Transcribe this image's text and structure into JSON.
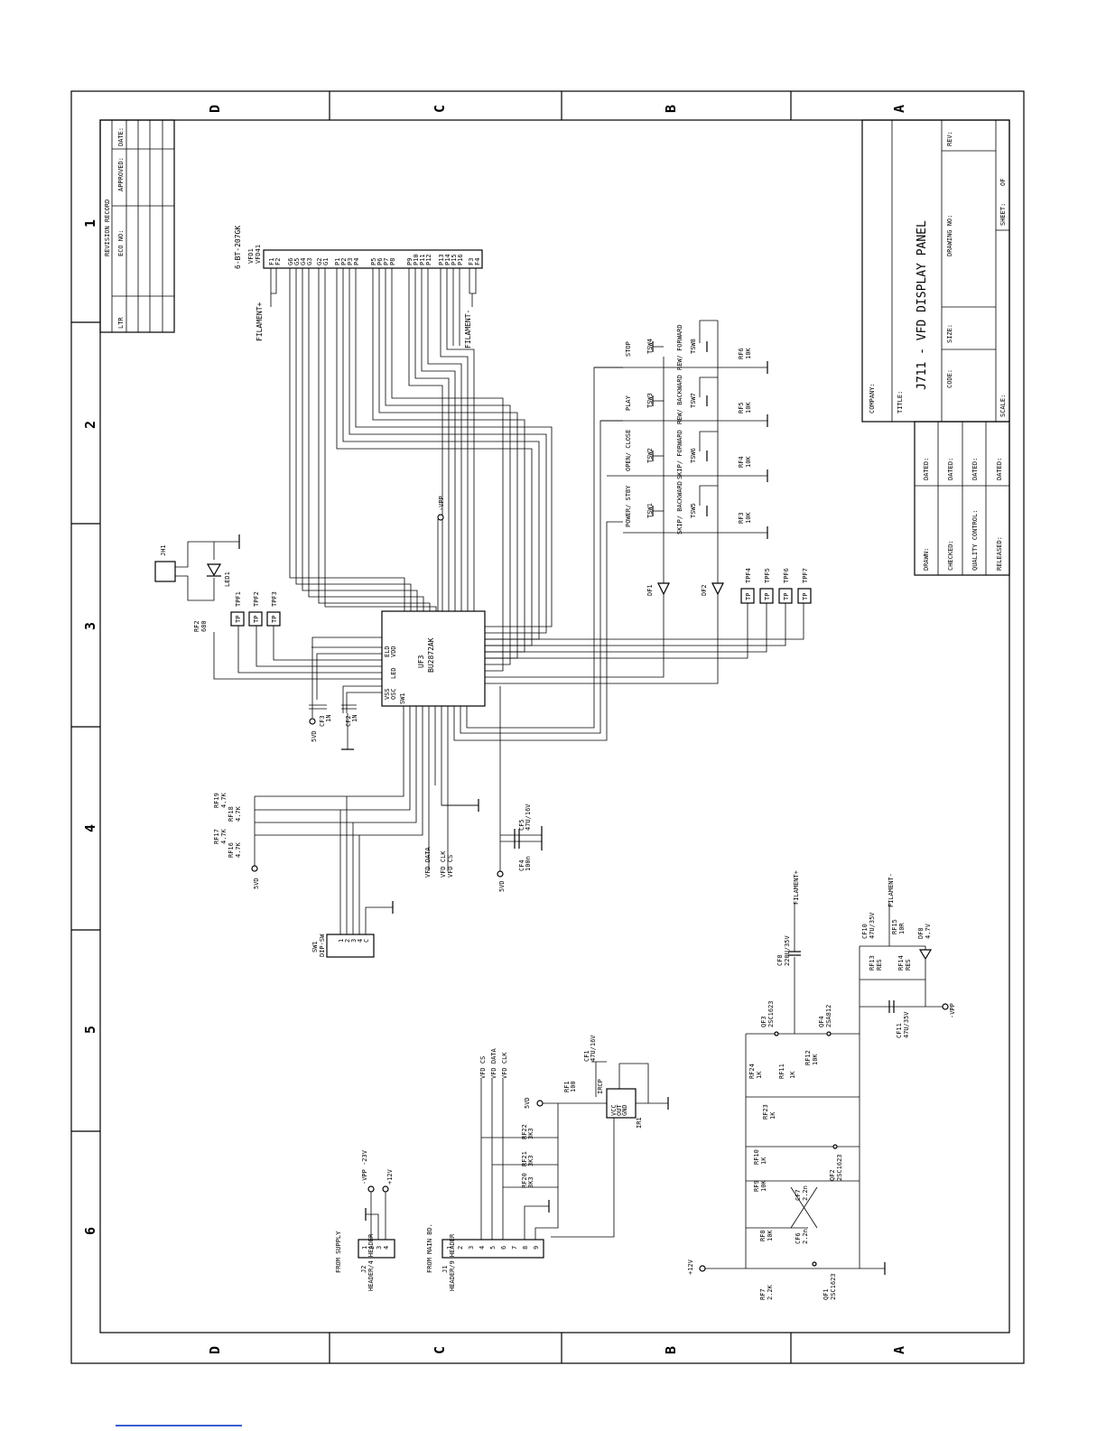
{
  "grid": {
    "rows_top": [
      "D",
      "C",
      "B",
      "A"
    ],
    "rows_bottom": [
      "D",
      "C",
      "B",
      "A"
    ],
    "cols": [
      "1",
      "2",
      "3",
      "4",
      "5",
      "6"
    ]
  },
  "revision": {
    "header": "REVISION RECORD",
    "ltr": "LTR",
    "eco": "ECO NO:",
    "approved": "APPROVED:",
    "date": "DATE:"
  },
  "title_block": {
    "company": "COMPANY:",
    "title": "TITLE:",
    "title_text": "J711 - VFD DISPLAY PANEL",
    "code": "CODE:",
    "size": "SIZE:",
    "drawing_no": "DRAWING NO:",
    "rev": "REV:",
    "scale": "SCALE:",
    "sheet": "SHEET:",
    "of": "OF",
    "drawn": "DRAWN:",
    "checked": "CHECKED:",
    "qc": "QUALITY CONTROL:",
    "released": "RELEASED:",
    "dated": "DATED:"
  },
  "vfd": {
    "ref": "VFD1",
    "ref2": "VFD41",
    "part": "6-BT-207GK",
    "pins_left": [
      "F1",
      "F2",
      "G6",
      "G5",
      "G4",
      "G3",
      "G2",
      "G1",
      "P1",
      "P2",
      "P3",
      "P4",
      "P5",
      "P6",
      "P7",
      "P8"
    ],
    "pins_right": [
      "P9",
      "P10",
      "P11",
      "P12",
      "P13",
      "P14",
      "P15",
      "P16",
      "F3",
      "F4"
    ],
    "fil_left": "FILAMENT+",
    "fil_right": "FILAMENT-"
  },
  "ic": {
    "ref": "UF3",
    "part": "BU2872AK",
    "left_pins": [
      "VDD",
      "LED",
      "OSC",
      "VSS",
      "ELD",
      "SW1"
    ],
    "vpp": "-VPP"
  },
  "switches": {
    "col1": [
      {
        "ref": "TSW4",
        "label": "STOP"
      },
      {
        "ref": "TSW3",
        "label": "PLAY"
      },
      {
        "ref": "TSW2",
        "label": "OPEN/ CLOSE"
      },
      {
        "ref": "TSW1",
        "label": "POWER/ STBY"
      }
    ],
    "col2": [
      {
        "ref": "TSW8",
        "label": "REW/ FORWARD"
      },
      {
        "ref": "TSW7",
        "label": "REW/ BACKWARD"
      },
      {
        "ref": "TSW6",
        "label": "SKIP/ FORWARD"
      },
      {
        "ref": "TSW5",
        "label": "SKIP/ BACKWARD"
      }
    ],
    "resistors": [
      {
        "ref": "RF6",
        "val": "10K"
      },
      {
        "ref": "RF5",
        "val": "10K"
      },
      {
        "ref": "RF4",
        "val": "10K"
      },
      {
        "ref": "RF3",
        "val": "10K"
      }
    ]
  },
  "diodes": [
    "DF1",
    "DF2"
  ],
  "testpoints": {
    "right": [
      "TPF4",
      "TPF5",
      "TPF6",
      "TPF7"
    ],
    "left": [
      "TPF1",
      "TPF2",
      "TPF3"
    ],
    "tp": "TP"
  },
  "led": {
    "ref": "LED1",
    "jack": "JH1",
    "res": "RF2",
    "res_val": "680"
  },
  "caps_ic": [
    {
      "ref": "CF3",
      "val": "1N"
    },
    {
      "ref": "CF2",
      "val": "1N"
    },
    {
      "ref": "CF5",
      "val": "47U/16V"
    },
    {
      "ref": "CF4",
      "val": "100n"
    }
  ],
  "pullups": [
    {
      "ref": "RF19",
      "val": "4.7K"
    },
    {
      "ref": "RF18",
      "val": "4.7K"
    },
    {
      "ref": "RF17",
      "val": "4.7K"
    },
    {
      "ref": "RF16",
      "val": "4.7K"
    }
  ],
  "nets": {
    "v5": "5VD",
    "vfd_data": "VFD DATA",
    "vfd_clk": "VFD CLK",
    "vfd_cs": "VFD CS",
    "filament_plus": "FILAMENT+",
    "filament_minus": "FILAMENT-",
    "vpp": "-VPP",
    "v12": "+12V",
    "vpp23": "-VPP -23V"
  },
  "dip": {
    "ref": "SW1",
    "part": "DIP-SW",
    "pins": [
      "1",
      "2",
      "3",
      "4",
      "C"
    ]
  },
  "irr": {
    "ref": "IR1",
    "part": "IRCP",
    "pin_vcc": "VCC",
    "pin_gnd": "GND",
    "pin_out": "OUT",
    "res": "RF1",
    "res_val": "100",
    "cap": "CF1",
    "cap_val": "47U/16V"
  },
  "header_j1": {
    "ref": "J1",
    "part": "HEADER/9 HEADER",
    "label": "FROM MAIN BD.",
    "pins": [
      "1",
      "2",
      "3",
      "4",
      "5",
      "6",
      "7",
      "8",
      "9"
    ],
    "res": [
      {
        "ref": "RF22",
        "val": "3K3"
      },
      {
        "ref": "RF21",
        "val": "3K3"
      },
      {
        "ref": "RF20",
        "val": "3K3"
      }
    ]
  },
  "header_j2": {
    "ref": "J2",
    "part": "HEADER/4 HEADER",
    "label": "FROM SUPPLY",
    "pins": [
      "1",
      "2",
      "3",
      "4"
    ]
  },
  "inverter": {
    "transistors": [
      {
        "ref": "QF3",
        "part": "2SC1623"
      },
      {
        "ref": "QF4",
        "part": "2SA812"
      },
      {
        "ref": "QF2",
        "part": "2SC1623"
      },
      {
        "ref": "QF1",
        "part": "2SC1623"
      }
    ],
    "resistors": [
      {
        "ref": "RF24",
        "val": "1K"
      },
      {
        "ref": "RF11",
        "val": "1K"
      },
      {
        "ref": "RF12",
        "val": "10K"
      },
      {
        "ref": "RF23",
        "val": "1K"
      },
      {
        "ref": "RF10",
        "val": "1K"
      },
      {
        "ref": "RF9",
        "val": "10K"
      },
      {
        "ref": "RF8",
        "val": "10K"
      },
      {
        "ref": "RF7",
        "val": "2.2K"
      },
      {
        "ref": "RF13",
        "val": "RES"
      },
      {
        "ref": "RF14",
        "val": "RES"
      },
      {
        "ref": "RF15",
        "val": "10R"
      }
    ],
    "caps": [
      {
        "ref": "CF8",
        "val": "220U/35V"
      },
      {
        "ref": "CF10",
        "val": "47U/35V"
      },
      {
        "ref": "CF11",
        "val": "47U/35V"
      },
      {
        "ref": "CF7",
        "val": "2.2n"
      },
      {
        "ref": "CF6",
        "val": "2.2n"
      }
    ],
    "zener": {
      "ref": "DF8",
      "val": "4.7V"
    }
  }
}
